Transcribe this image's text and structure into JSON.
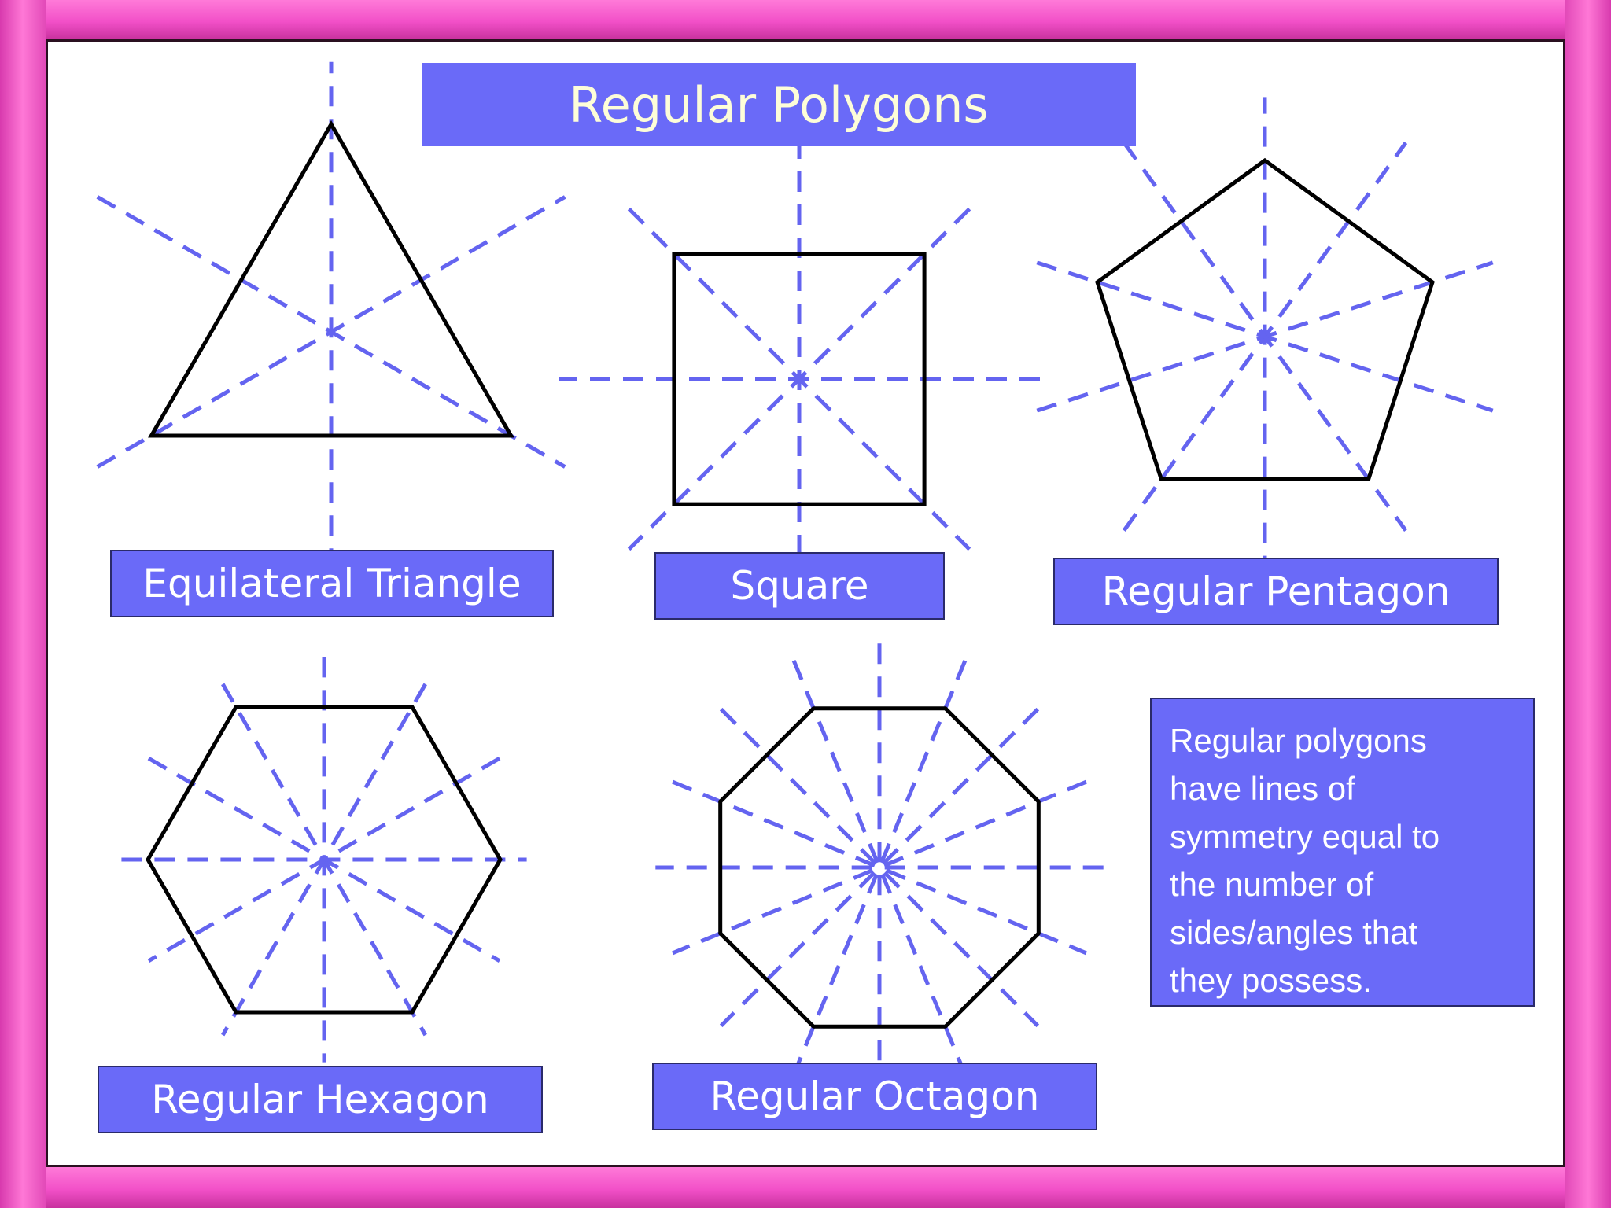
{
  "title": "Regular Polygons",
  "colors": {
    "frame": "#f250c8",
    "label_fill": "#6a6af8",
    "symmetry_line": "#6464f0",
    "outline": "#000000",
    "title_text": "#fdfdd8"
  },
  "shapes": [
    {
      "id": "triangle",
      "sides": 3,
      "label": "Equilateral Triangle",
      "lines_of_symmetry": 3
    },
    {
      "id": "square",
      "sides": 4,
      "label": "Square",
      "lines_of_symmetry": 4
    },
    {
      "id": "pentagon",
      "sides": 5,
      "label": "Regular Pentagon",
      "lines_of_symmetry": 5
    },
    {
      "id": "hexagon",
      "sides": 6,
      "label": "Regular Hexagon",
      "lines_of_symmetry": 6
    },
    {
      "id": "octagon",
      "sides": 8,
      "label": "Regular Octagon",
      "lines_of_symmetry": 8
    }
  ],
  "note": {
    "lines": [
      "Regular polygons",
      "have lines of",
      "symmetry equal to",
      "the number of",
      "sides/angles that",
      "they possess."
    ]
  }
}
